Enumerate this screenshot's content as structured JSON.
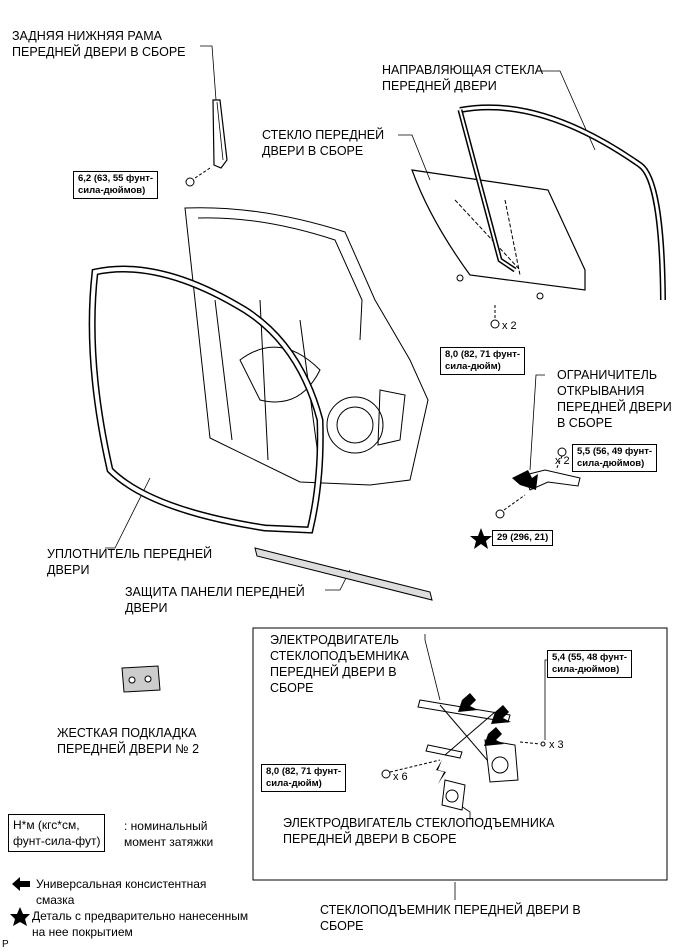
{
  "labels": {
    "rear_lower_frame": "ЗАДНЯЯ НИЖНЯЯ РАМА\nПЕРЕДНЕЙ ДВЕРИ В СБОРЕ",
    "glass_run": "НАПРАВЛЯЮЩАЯ СТЕКЛА\nПЕРЕДНЕЙ ДВЕРИ",
    "door_glass": "СТЕКЛО ПЕРЕДНЕЙ\nДВЕРИ В СБОРЕ",
    "door_check": "ОГРАНИЧИТЕЛЬ\nОТКРЫВАНИЯ\nПЕРЕДНЕЙ ДВЕРИ\nВ СБОРЕ",
    "weatherstrip": "УПЛОТНИТЕЛЬ ПЕРЕДНЕЙ\nДВЕРИ",
    "panel_protector": "ЗАЩИТА ПАНЕЛИ ПЕРЕДНЕЙ\nДВЕРИ",
    "window_motor_top": "ЭЛЕКТРОДВИГАТЕЛЬ\nСТЕКЛОПОДЪЕМНИКА\nПЕРЕДНЕЙ ДВЕРИ В\nСБОРЕ",
    "hard_pad": "ЖЕСТКАЯ ПОДКЛАДКА\nПЕРЕДНЕЙ ДВЕРИ № 2",
    "window_motor_bottom": "ЭЛЕКТРОДВИГАТЕЛЬ СТЕКЛОПОДЪЕМНИКА\nПЕРЕДНЕЙ ДВЕРИ В СБОРЕ",
    "regulator": "СТЕКЛОПОДЪЕМНИК ПЕРЕДНЕЙ ДВЕРИ В\nСБОРЕ"
  },
  "torques": {
    "t1": "6,2 (63, 55 фунт-\nсила-дюймов)",
    "t2": "8,0 (82, 71 фунт-\nсила-дюйм)",
    "t3": "5,5 (56, 49 фунт-\nсила-дюймов)",
    "t4": "29 (296, 21)",
    "t5": "5,4 (55, 48 фунт-\nсила-дюймов)",
    "t6": "8,0 (82, 71 фунт-\nсила-дюйм)"
  },
  "multipliers": {
    "m1": "x 2",
    "m2": "x 2",
    "m3": "x 3",
    "m4": "x 6"
  },
  "legend": {
    "unit_box": "Н*м (кгс*см,\nфунт-сила-фут)",
    "unit_desc": ": номинальный\nмомент затяжки",
    "grease": "Универсальная консистентная\nсмазка",
    "precoated": "Деталь с предварительно нанесенным\nна нее покрытием"
  },
  "footer_mark": "P"
}
